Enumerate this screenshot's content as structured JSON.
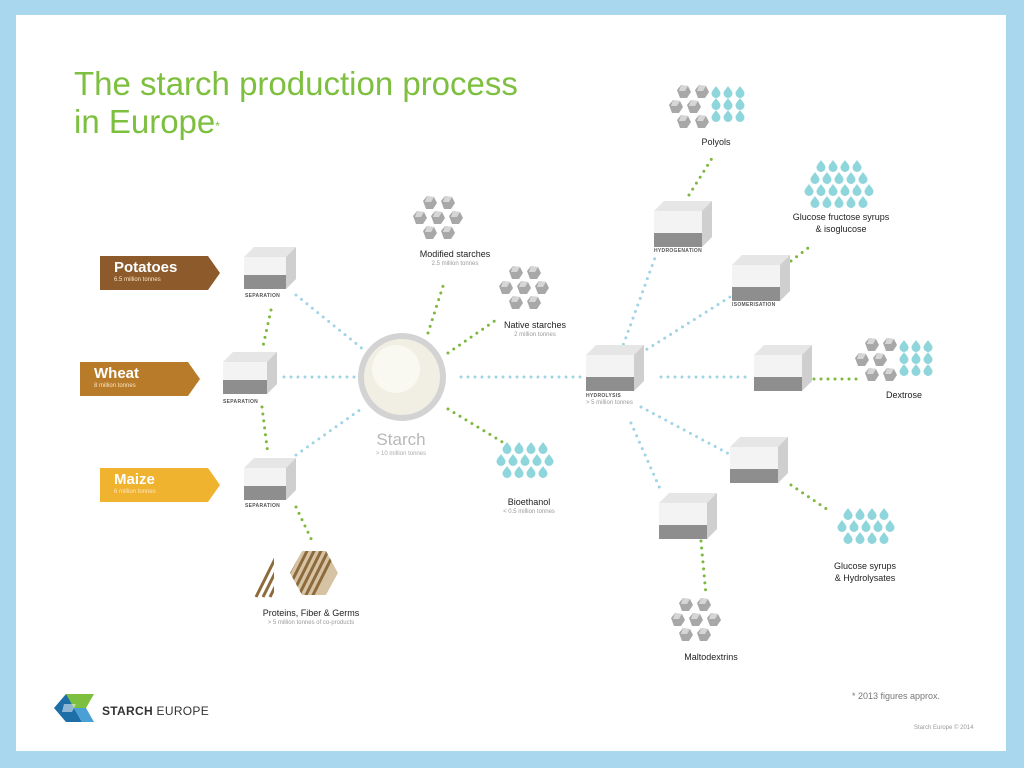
{
  "title": {
    "line1": "The starch production process",
    "line2": "in Europe",
    "asterisk": "*"
  },
  "inputs": [
    {
      "name": "Potatoes",
      "amount": "6.5 million tonnes",
      "color": "#8c5a2b"
    },
    {
      "name": "Wheat",
      "amount": "8 million tonnes",
      "color": "#b87b2a"
    },
    {
      "name": "Maize",
      "amount": "6 million tonnes",
      "color": "#f0b330"
    }
  ],
  "separation_label": "SEPARATION",
  "starch": {
    "label": "Starch",
    "amount": "> 10 million tonnes"
  },
  "coproducts": {
    "label": "Proteins, Fiber & Germs",
    "amount": "> 5 million tonnes of co-products"
  },
  "starch_products": [
    {
      "label": "Modified starches",
      "amount": "2.5 million tonnes",
      "icon": "crystal-icon"
    },
    {
      "label": "Native starches",
      "amount": "2 million tonnes",
      "icon": "crystal-icon"
    },
    {
      "label": "Bioethanol",
      "amount": "< 0.5 million tonnes",
      "icon": "droplet-icon"
    }
  ],
  "hydrolysis": {
    "label": "HYDROLYSIS",
    "amount": "> 5 million tonnes"
  },
  "processes": {
    "hydrogenation": "HYDROGENATION",
    "isomerisation": "ISOMERISATION"
  },
  "sugar_products": {
    "polyols": "Polyols",
    "gfs_line1": "Glucose fructose syrups",
    "gfs_line2": "& isoglucose",
    "dextrose": "Dextrose",
    "gsh_line1": "Glucose syrups",
    "gsh_line2": "& Hydrolysates",
    "maltodextrins": "Maltodextrins"
  },
  "logo": {
    "bold": "STARCH",
    "light": " EUROPE"
  },
  "footnote": "* 2013 figures approx.",
  "copyright": "Starch Europe © 2014",
  "colors": {
    "title_green": "#7dbf3f",
    "connector_green": "#7cb83e",
    "connector_blue": "#9fd3e6",
    "droplet": "#8fd6dc",
    "crystal": "#a8a8a8",
    "background_frame": "#a9d7ee"
  }
}
